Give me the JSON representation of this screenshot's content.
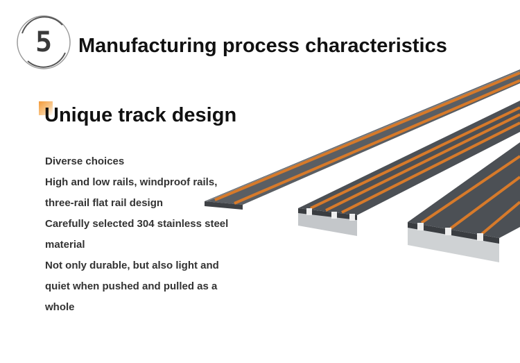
{
  "badge": {
    "number": "5"
  },
  "heading": "Manufacturing process characteristics",
  "subheading": "Unique track design",
  "features": [
    "Diverse choices",
    "High and low rails, windproof rails,",
    "three-rail flat rail design",
    "Carefully selected 304 stainless steel",
    "material",
    "Not only durable, but also light and",
    "quiet when pushed and pulled as a",
    "whole"
  ],
  "colors": {
    "accent": "#f39a3a",
    "rail_body": "#55595e",
    "rail_strip": "#d77a2a",
    "text": "#333333"
  },
  "icons": [
    "circle-number-badge-icon",
    "aluminum-track-rails-icon"
  ]
}
